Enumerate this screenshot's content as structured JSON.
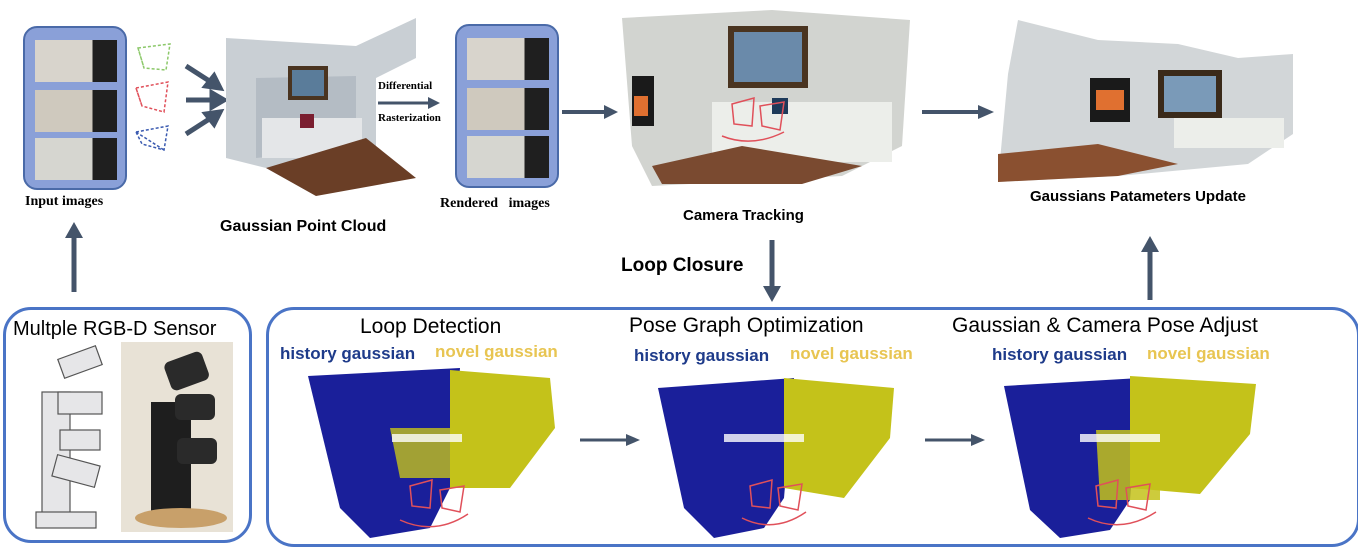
{
  "pipeline": {
    "input_images_label": "Input images",
    "gaussian_point_cloud_label": "Gaussian Point Cloud",
    "differential_label": "Differential",
    "rasterization_label": "Rasterization",
    "rendered_images_label": "Rendered   images",
    "camera_tracking_label": "Camera Tracking",
    "gaussians_update_label": "Gaussians Patameters Update",
    "loop_closure_label": "Loop Closure"
  },
  "sensor": {
    "title": "Multple RGB-D Sensor"
  },
  "loop_stages": [
    {
      "title": "Loop Detection",
      "history": "history gaussian",
      "novel": "novel gaussian"
    },
    {
      "title": "Pose Graph Optimization",
      "history": "history gaussian",
      "novel": "novel gaussian"
    },
    {
      "title": "Gaussian & Camera Pose Adjust",
      "history": "history gaussian",
      "novel": "novel gaussian"
    }
  ],
  "colors": {
    "panel_fill": "#8aa0d8",
    "box_border": "#4a74c6",
    "arrow": "#44546a",
    "history": "#1e3b8a",
    "novel": "#e8c552",
    "camera_frustum": "#e0505a"
  }
}
